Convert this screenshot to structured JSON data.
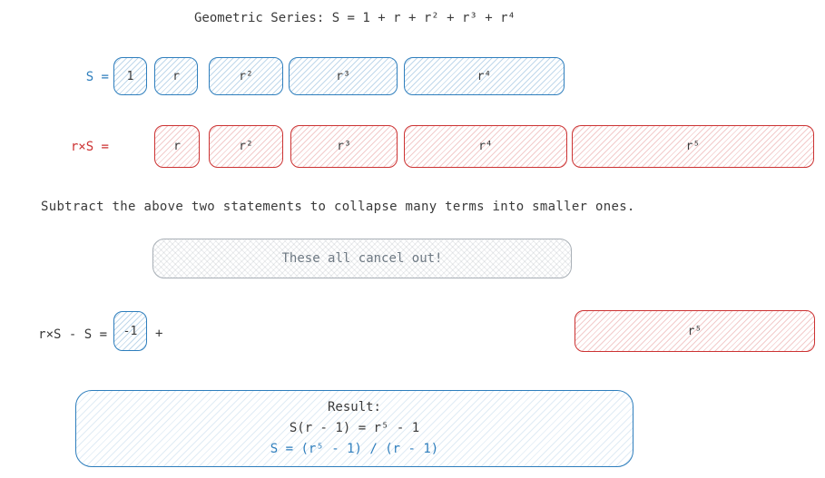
{
  "title": "Geometric Series: S = 1 + r + r² + r³ + r⁴",
  "rows": {
    "s": {
      "label": "S =",
      "boxes": [
        "1",
        "r",
        "r²",
        "r³",
        "r⁴"
      ]
    },
    "rs": {
      "label": "r×S =",
      "boxes": [
        "r",
        "r²",
        "r³",
        "r⁴",
        "r⁵"
      ]
    },
    "diff": {
      "label": "r×S - S =",
      "neg_box": "-1",
      "plus": "+",
      "r5_box": "r⁵"
    }
  },
  "subtract_note": "Subtract the above two statements to collapse many terms into smaller ones.",
  "cancel_note": "These all cancel out!",
  "result": {
    "heading": "Result:",
    "line2": "S(r - 1) = r⁵ - 1",
    "line3": "S = (r⁵ - 1) / (r - 1)"
  },
  "colors": {
    "blue": "#2e7ebd",
    "red": "#cc3232",
    "gray": "#878f97"
  }
}
